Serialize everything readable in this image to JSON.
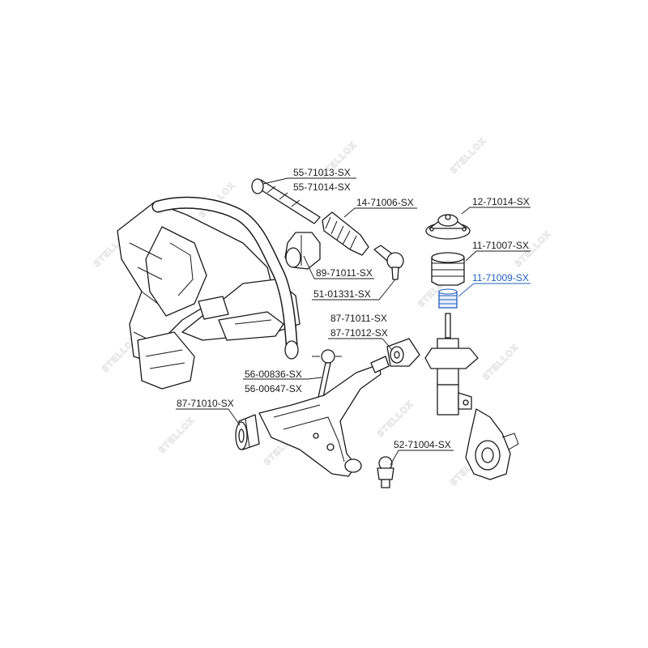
{
  "watermark": {
    "text": "STELLOX"
  },
  "colors": {
    "text": "#1a1a1a",
    "highlight": "#1f5fbf",
    "watermark": "#d8d8d8"
  },
  "labels": [
    {
      "id": "l1",
      "text": "55-71013-SX"
    },
    {
      "id": "l2",
      "text": "55-71014-SX"
    },
    {
      "id": "l3",
      "text": "14-71006-SX"
    },
    {
      "id": "l4",
      "text": "12-71014-SX"
    },
    {
      "id": "l5",
      "text": "11-71007-SX"
    },
    {
      "id": "l6",
      "text": "11-71009-SX",
      "highlighted": true
    },
    {
      "id": "l7",
      "text": "89-71011-SX"
    },
    {
      "id": "l8",
      "text": "51-01331-SX"
    },
    {
      "id": "l9",
      "text": "87-71011-SX"
    },
    {
      "id": "l10",
      "text": "87-71012-SX"
    },
    {
      "id": "l11",
      "text": "56-00836-SX"
    },
    {
      "id": "l12",
      "text": "56-00647-SX"
    },
    {
      "id": "l13",
      "text": "87-71010-SX"
    },
    {
      "id": "l14",
      "text": "52-71004-SX"
    }
  ]
}
